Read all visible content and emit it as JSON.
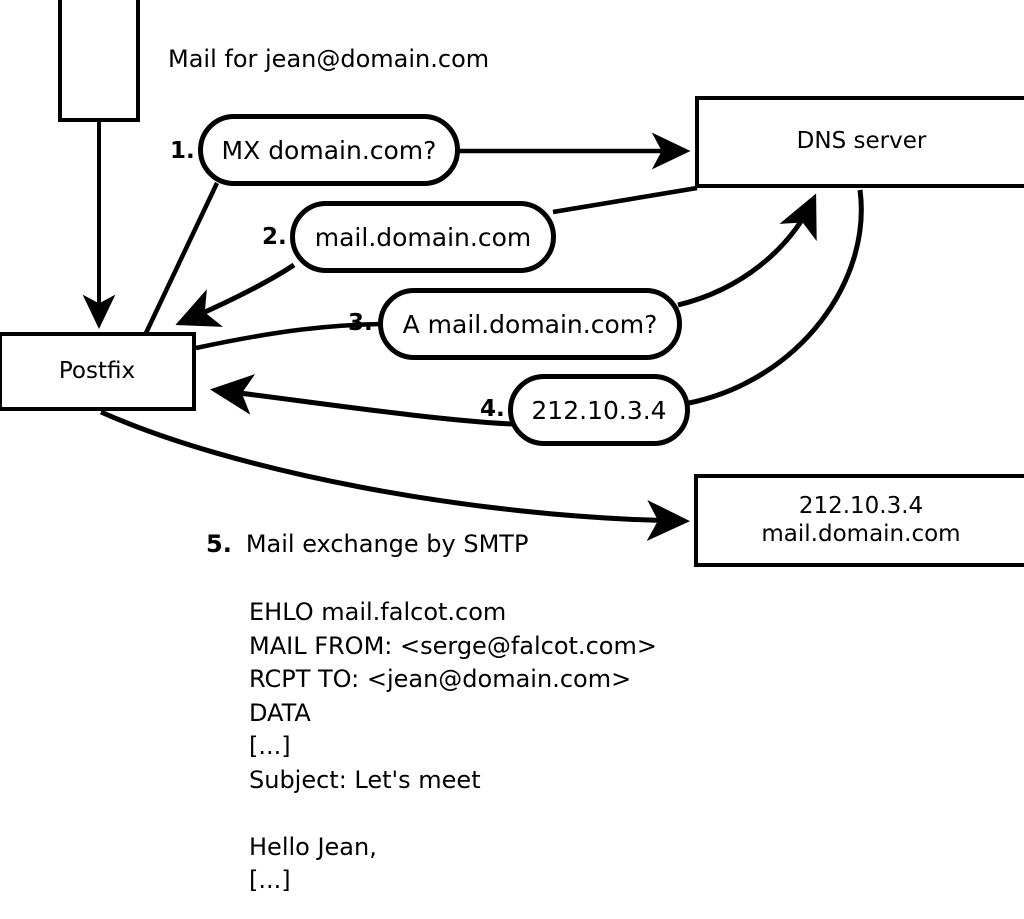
{
  "diagram": {
    "title": "Mail for jean@domain.com",
    "nodes": {
      "sender_client": {
        "label": ""
      },
      "postfix": {
        "label": "Postfix"
      },
      "dns_server": {
        "label": "DNS server"
      },
      "target_server": {
        "line1": "212.10.3.4",
        "line2": "mail.domain.com"
      }
    },
    "steps": [
      {
        "number": "1.",
        "message": "MX domain.com?"
      },
      {
        "number": "2.",
        "message": "mail.domain.com"
      },
      {
        "number": "3.",
        "message": "A mail.domain.com?"
      },
      {
        "number": "4.",
        "message": "212.10.3.4"
      }
    ],
    "smtp_step": {
      "number": "5.",
      "label": "Mail exchange by SMTP"
    },
    "smtp_transcript": [
      "EHLO mail.falcot.com",
      "MAIL FROM: <serge@falcot.com>",
      "RCPT TO: <jean@domain.com>",
      "DATA",
      "[...]",
      "Subject: Let's meet",
      "",
      "Hello Jean,",
      "[...]",
      "."
    ],
    "colors": {
      "stroke": "#000000",
      "fill": "#ffffff"
    }
  }
}
